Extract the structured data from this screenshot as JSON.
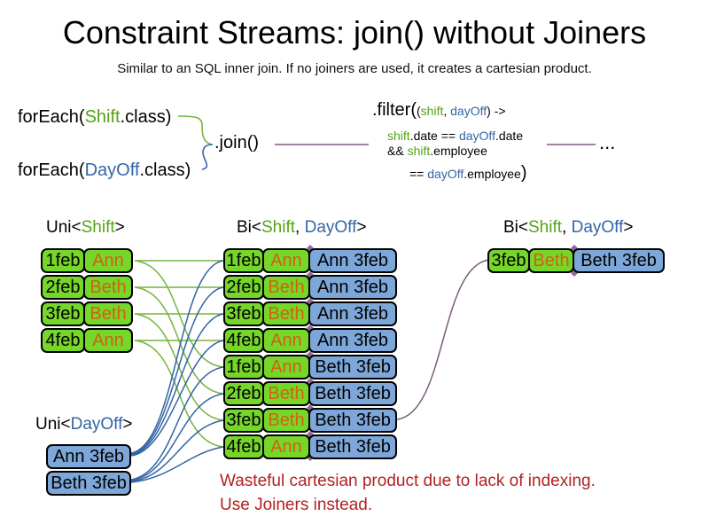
{
  "title": "Constraint Streams: join() without Joiners",
  "subtitle": "Similar to an SQL inner join. If no joiners are used, it creates a cartesian product.",
  "colors": {
    "type_green": "#55a316",
    "type_blue": "#3465a4",
    "cell_green": "#76d62a",
    "cell_blue": "#7da7d8",
    "employee_orange": "#d2620e",
    "connector_green": "#77b43f",
    "connector_blue": "#3465a4",
    "connector_purple": "#7d5a7d",
    "diamond_purple": "#91689c",
    "warning_red": "#b22222"
  },
  "code": {
    "foreach_shift": {
      "pre": "forEach(",
      "type": "Shift",
      "post": ".class)"
    },
    "foreach_dayoff": {
      "pre": "forEach(",
      "type": "DayOff",
      "post": ".class)"
    },
    "join": ".join()",
    "filter": {
      "open": ".filter(",
      "paren": "(",
      "param1": "shift",
      "comma": ", ",
      "param2": "dayOff",
      "arrow": ") ->",
      "l2_a": "shift",
      "l2_b": ".date == ",
      "l2_c": "dayOff",
      "l2_d": ".date",
      "l3_a": "&& ",
      "l3_b": "shift",
      "l3_c": ".employee",
      "l4_a": "== ",
      "l4_b": "dayOff",
      "l4_c": ".employee",
      "close": ")"
    },
    "ellipsis": "..."
  },
  "tables": {
    "uni_shift": {
      "header": {
        "pre": "Uni<",
        "type": "Shift",
        "post": ">"
      },
      "rows": [
        {
          "date": "1feb",
          "name": "Ann"
        },
        {
          "date": "2feb",
          "name": "Beth"
        },
        {
          "date": "3feb",
          "name": "Beth"
        },
        {
          "date": "4feb",
          "name": "Ann"
        }
      ]
    },
    "bi_cartesian": {
      "header": {
        "pre": "Bi<",
        "type1": "Shift",
        "sep": ", ",
        "type2": "DayOff",
        "post": ">"
      },
      "rows": [
        {
          "date": "1feb",
          "name": "Ann",
          "pair": "Ann 3feb"
        },
        {
          "date": "2feb",
          "name": "Beth",
          "pair": "Ann 3feb"
        },
        {
          "date": "3feb",
          "name": "Beth",
          "pair": "Ann 3feb"
        },
        {
          "date": "4feb",
          "name": "Ann",
          "pair": "Ann 3feb"
        },
        {
          "date": "1feb",
          "name": "Ann",
          "pair": "Beth 3feb"
        },
        {
          "date": "2feb",
          "name": "Beth",
          "pair": "Beth 3feb"
        },
        {
          "date": "3feb",
          "name": "Beth",
          "pair": "Beth 3feb"
        },
        {
          "date": "4feb",
          "name": "Ann",
          "pair": "Beth 3feb"
        }
      ]
    },
    "bi_result": {
      "header": {
        "pre": "Bi<",
        "type1": "Shift",
        "sep": ", ",
        "type2": "DayOff",
        "post": ">"
      },
      "rows": [
        {
          "date": "3feb",
          "name": "Beth",
          "pair": "Beth 3feb"
        }
      ]
    },
    "uni_dayoff": {
      "header": {
        "pre": "Uni<",
        "type": "DayOff",
        "post": ">"
      },
      "rows": [
        {
          "label": "Ann 3feb"
        },
        {
          "label": "Beth 3feb"
        }
      ]
    }
  },
  "warning": {
    "line1": "Wasteful cartesian product due to lack of indexing.",
    "line2": "Use Joiners instead."
  }
}
